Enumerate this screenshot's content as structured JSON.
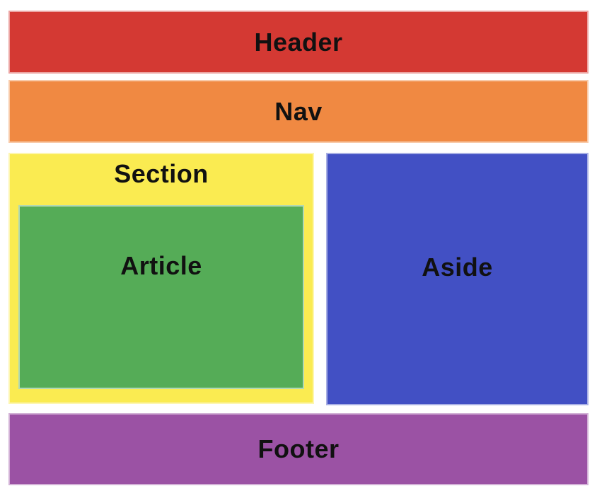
{
  "page": {
    "background": "#ffffff",
    "label_text_color": "#111111",
    "description_visible_text_only": true
  },
  "blocks": {
    "header": {
      "label": "Header",
      "color": "#d43933"
    },
    "nav": {
      "label": "Nav",
      "color": "#f08942"
    },
    "section": {
      "label": "Section",
      "color": "#faeb51"
    },
    "article": {
      "label": "Article",
      "color": "#55ac57"
    },
    "aside": {
      "label": "Aside",
      "color": "#4250c4"
    },
    "footer": {
      "label": "Footer",
      "color": "#9b52a4"
    }
  }
}
